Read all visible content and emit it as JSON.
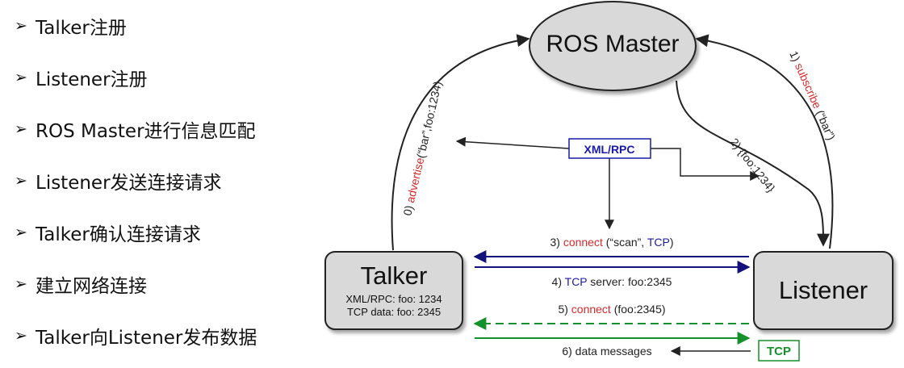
{
  "steps": [
    "Talker注册",
    "Listener注册",
    "ROS Master进行信息匹配",
    "Listener发送连接请求",
    "Talker确认连接请求",
    "建立网络连接",
    "Talker向Listener发布数据"
  ],
  "bullet_glyph": "➢",
  "diagram": {
    "master": {
      "title": "ROS Master"
    },
    "talker": {
      "title": "Talker",
      "line1": "XML/RPC: foo: 1234",
      "line2": "TCP data: foo: 2345"
    },
    "listener": {
      "title": "Listener"
    },
    "xmlrpc_box": "XML/RPC",
    "tcp_box": "TCP",
    "advertise": {
      "prefix": "0) ",
      "word": "advertise",
      "suffix": "(“bar”,foo:1234)"
    },
    "subscribe": {
      "prefix": "1) ",
      "word": "subscribe",
      "suffix": " (“bar”)"
    },
    "reply": "2) {foo:1234}",
    "connect_req": {
      "prefix": "3) ",
      "word": "connect",
      "mid": " (“scan”, ",
      "tcp": "TCP",
      "end": ")"
    },
    "tcp_server": {
      "prefix": "4) ",
      "tcp": "TCP",
      "rest": " server: foo:2345"
    },
    "connect2": {
      "prefix": "5) ",
      "word": "connect",
      "rest": " (foo:2345)"
    },
    "data_msgs": "6) data messages"
  },
  "colors": {
    "red": "#d42a2a",
    "blue": "#1a1aa8",
    "navy": "#12127a",
    "green": "#14912a"
  }
}
